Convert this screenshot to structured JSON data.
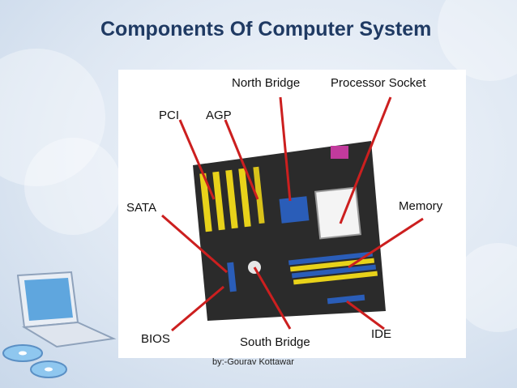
{
  "slide": {
    "title": "Components Of Computer System",
    "credit": "by:-Gourav Kottawar"
  },
  "diagram": {
    "labels": {
      "north_bridge": "North Bridge",
      "processor_socket": "Processor Socket",
      "pci": "PCI",
      "agp": "AGP",
      "sata": "SATA",
      "memory": "Memory",
      "bios": "BIOS",
      "south_bridge": "South Bridge",
      "ide": "IDE"
    },
    "colors": {
      "arrow": "#cc1f1f",
      "title": "#1f3a63",
      "board": "#2b2b2b",
      "slot_yellow": "#e8d21a",
      "slot_blue": "#2a5db8"
    }
  }
}
